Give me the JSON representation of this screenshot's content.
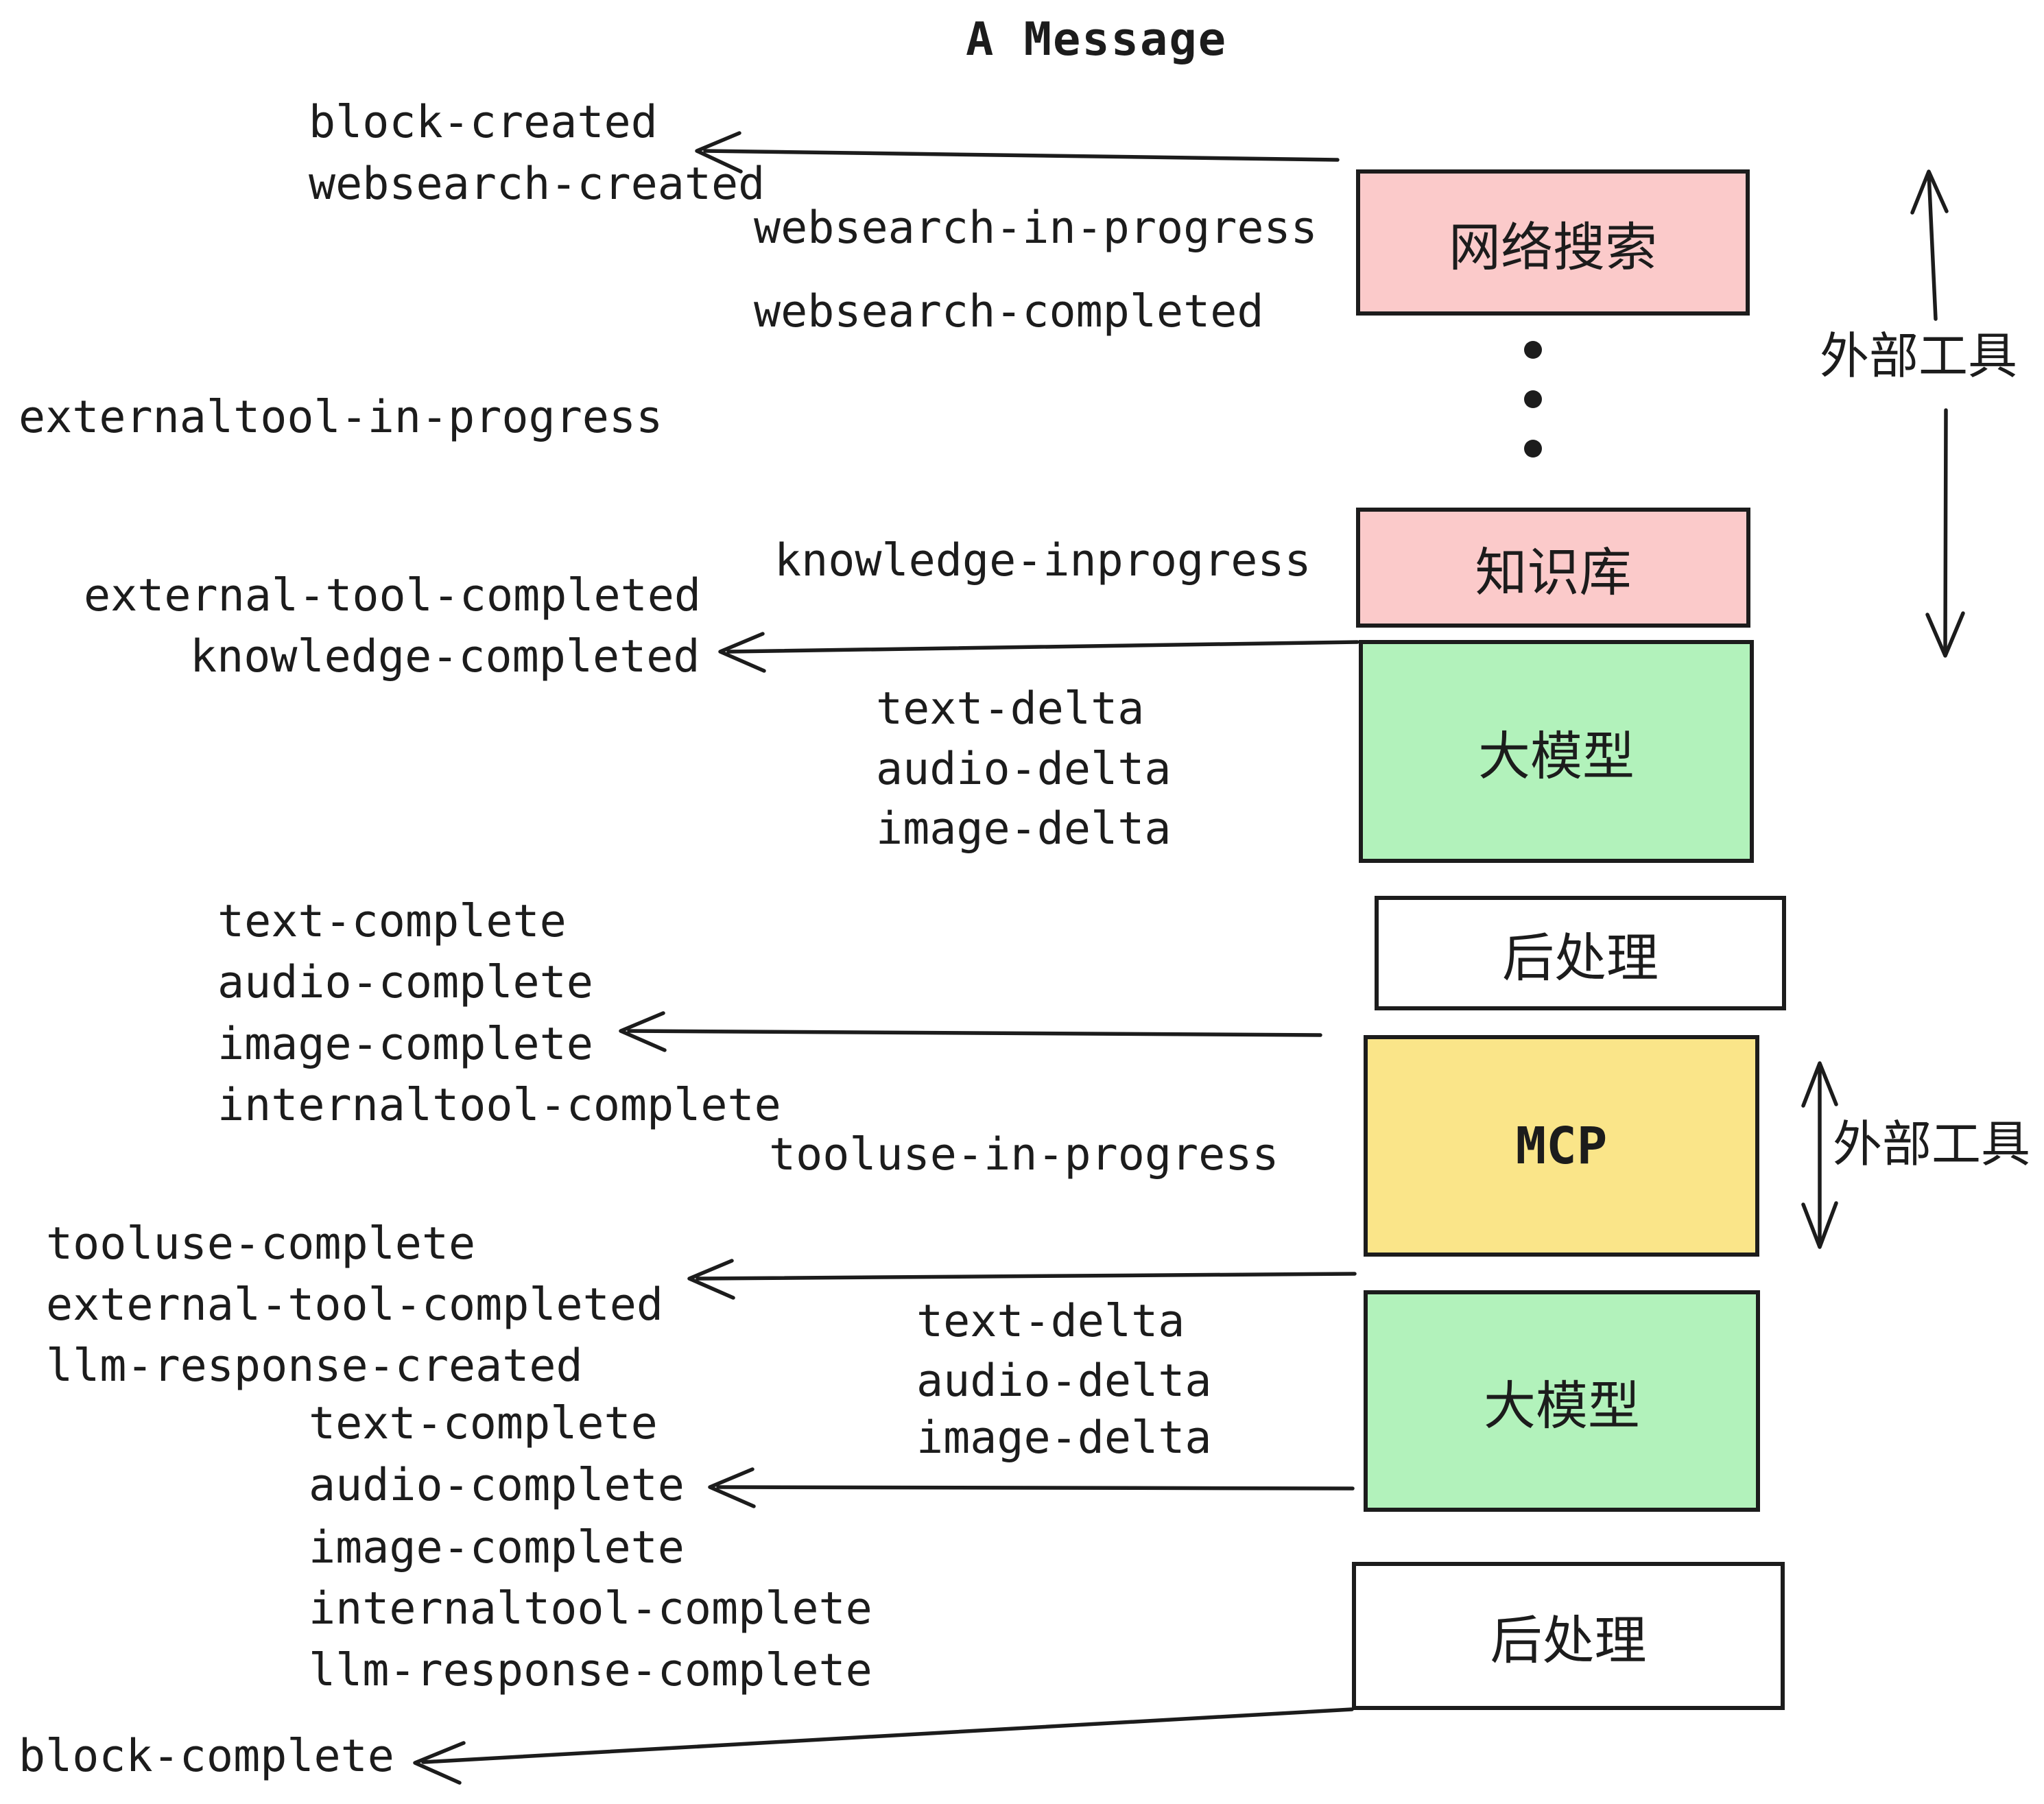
{
  "title": "A Message",
  "colors": {
    "box_pink": "#FBCACA",
    "box_green": "#B2F2BB",
    "box_yellow": "#FAE589",
    "box_white": "#FFFFFF",
    "ink": "#1C1C1C",
    "background": "#FFFFFF"
  },
  "boxes": [
    {
      "id": "websearch",
      "label": "网络搜索",
      "color": "pink"
    },
    {
      "id": "knowledge",
      "label": "知识库",
      "color": "pink"
    },
    {
      "id": "llm-1",
      "label": "大模型",
      "color": "green"
    },
    {
      "id": "postprocess-1",
      "label": "后处理",
      "color": "white"
    },
    {
      "id": "mcp",
      "label": "MCP",
      "color": "yellow"
    },
    {
      "id": "llm-2",
      "label": "大模型",
      "color": "green"
    },
    {
      "id": "postprocess-2",
      "label": "后处理",
      "color": "white"
    }
  ],
  "side_labels": [
    {
      "id": "external-tools-top",
      "text": "外部工具"
    },
    {
      "id": "external-tools-bottom",
      "text": "外部工具"
    }
  ],
  "events": [
    {
      "text": "block-created"
    },
    {
      "text": "websearch-created"
    },
    {
      "text": "websearch-in-progress"
    },
    {
      "text": "websearch-completed"
    },
    {
      "text": "externaltool-in-progress"
    },
    {
      "text": "knowledge-inprogress"
    },
    {
      "text": "external-tool-completed"
    },
    {
      "text": "knowledge-completed"
    },
    {
      "text": "text-delta"
    },
    {
      "text": "audio-delta"
    },
    {
      "text": "image-delta"
    },
    {
      "text": "text-complete"
    },
    {
      "text": "audio-complete"
    },
    {
      "text": "image-complete"
    },
    {
      "text": "internaltool-complete"
    },
    {
      "text": "tooluse-in-progress"
    },
    {
      "text": "tooluse-complete"
    },
    {
      "text": "external-tool-completed"
    },
    {
      "text": "llm-response-created"
    },
    {
      "text": "text-delta"
    },
    {
      "text": "audio-delta"
    },
    {
      "text": "image-delta"
    },
    {
      "text": "text-complete"
    },
    {
      "text": "audio-complete"
    },
    {
      "text": "image-complete"
    },
    {
      "text": "internaltool-complete"
    },
    {
      "text": "llm-response-complete"
    },
    {
      "text": "block-complete"
    }
  ]
}
